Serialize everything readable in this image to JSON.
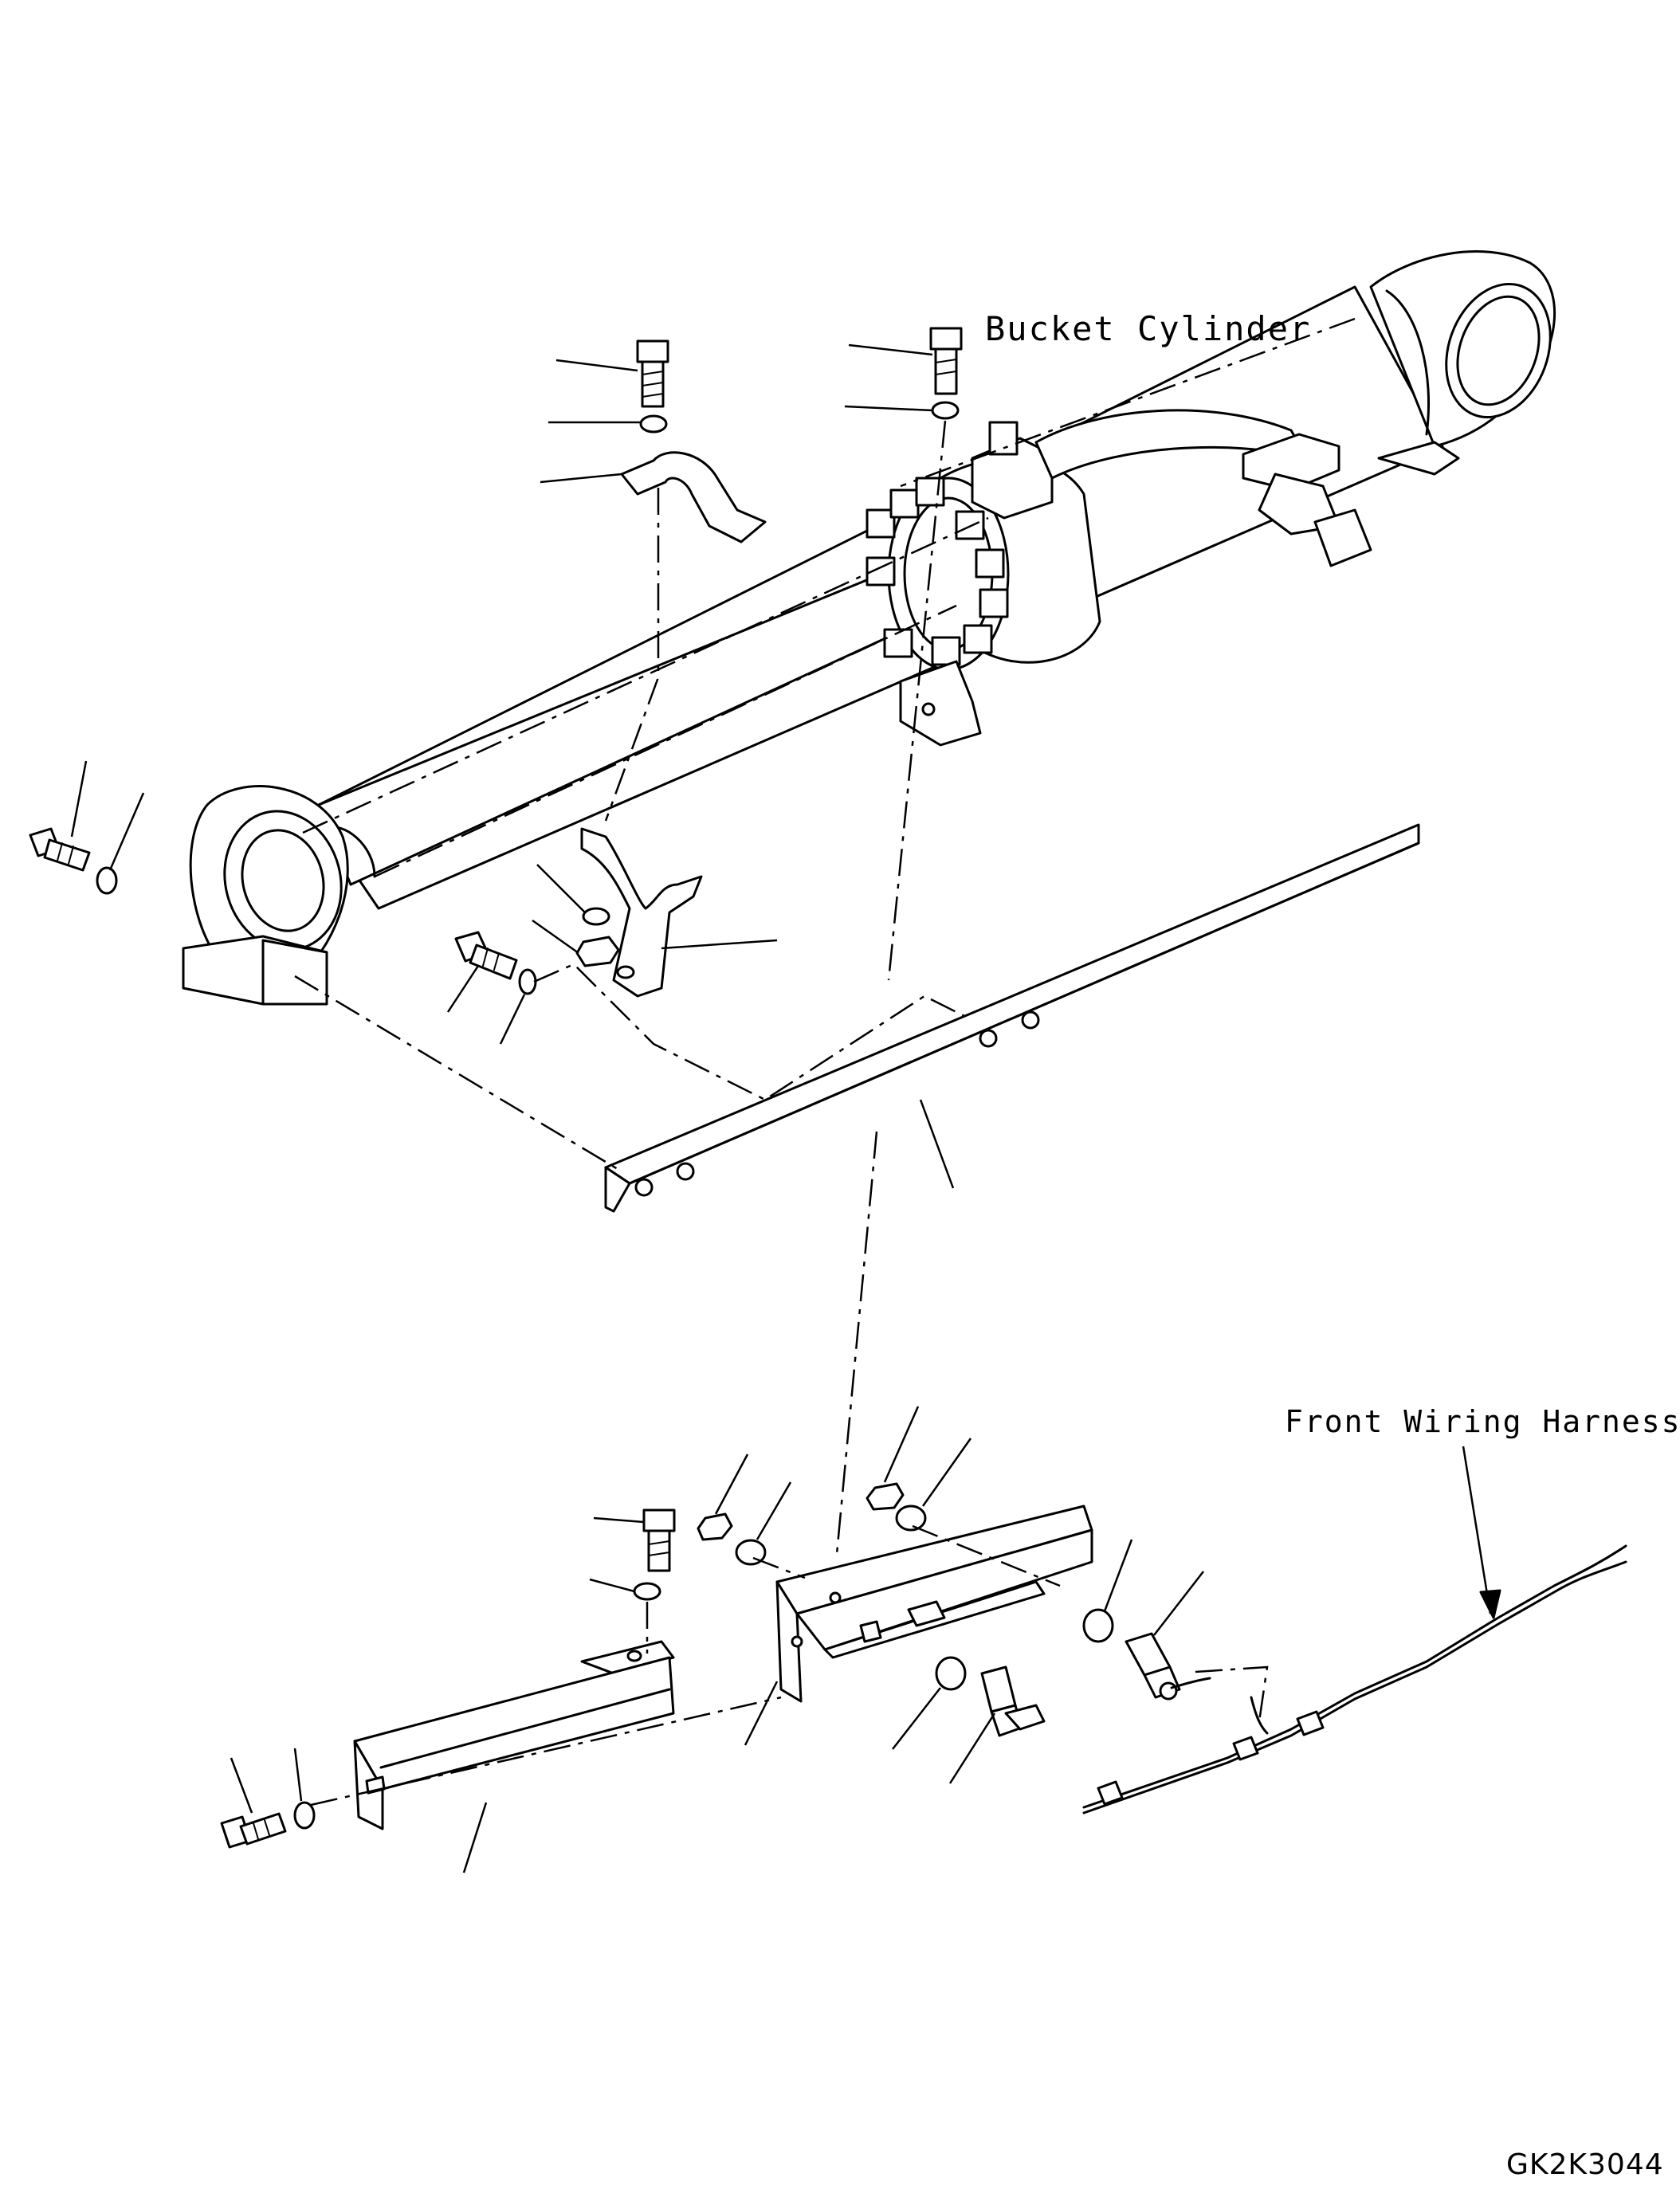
{
  "labels": {
    "bucket_cylinder": "Bucket Cylinder",
    "front_wiring_harness": "Front Wiring Harness",
    "drawing_code": "GK2K3044"
  }
}
